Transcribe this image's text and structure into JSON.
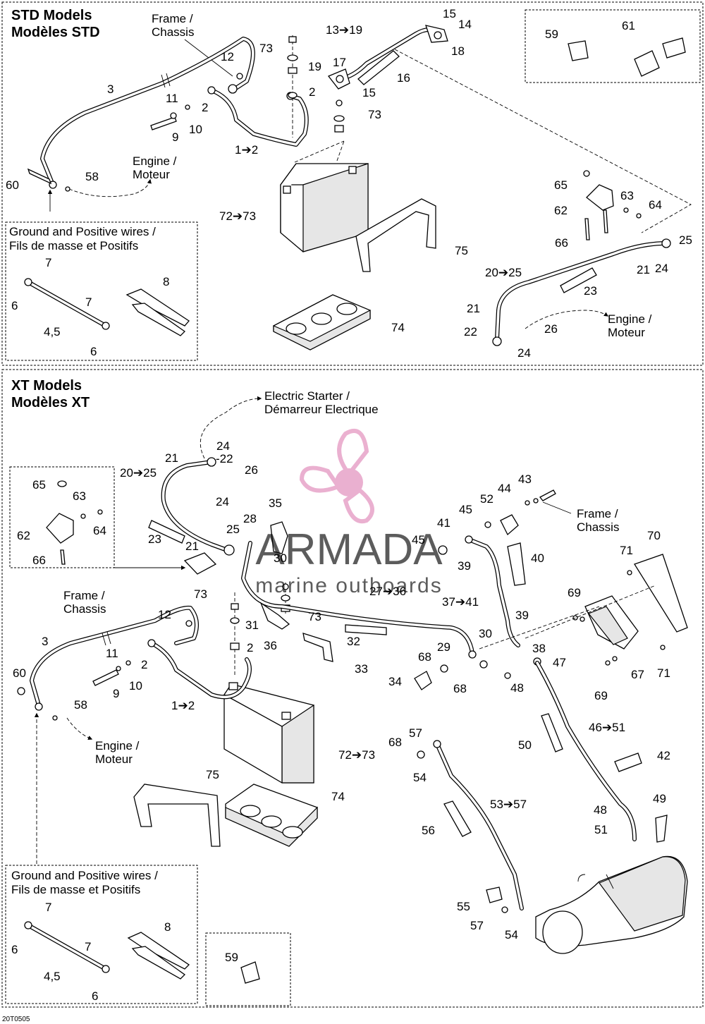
{
  "std": {
    "title_en": "STD Models",
    "title_fr": "Modèles STD",
    "frame_en": "Frame /",
    "frame_fr": "Chassis",
    "engine_en": "Engine /",
    "engine_fr": "Moteur",
    "engine2_en": "Engine /",
    "engine2_fr": "Moteur",
    "wires_en": "Ground and Positive wires /",
    "wires_fr": "Fils de masse et Positifs"
  },
  "xt": {
    "title_en": "XT Models",
    "title_fr": "Modèles XT",
    "starter_en": "Electric Starter /",
    "starter_fr": "Démarreur Electrique",
    "frame_en": "Frame /",
    "frame_fr": "Chassis",
    "frame2_en": "Frame /",
    "frame2_fr": "Chassis",
    "engine_en": "Engine /",
    "engine_fr": "Moteur",
    "wires_en": "Ground and Positive wires /",
    "wires_fr": "Fils de masse et Positifs"
  },
  "watermark": {
    "brand": "ARMADA",
    "sub": "marine outboards",
    "color": "#e7a3c8"
  },
  "figure_code": "20T0505",
  "callouts": {
    "std": [
      "73",
      "12",
      "3",
      "11",
      "2",
      "10",
      "9",
      "1➔2",
      "60",
      "58",
      "13➔19",
      "15",
      "14",
      "18",
      "19",
      "17",
      "15",
      "16",
      "2",
      "73",
      "72➔73",
      "75",
      "74",
      "7",
      "6",
      "7",
      "8",
      "4,5",
      "6",
      "59",
      "61",
      "65",
      "63",
      "64",
      "62",
      "66",
      "25",
      "21",
      "24",
      "20➔25",
      "23",
      "21",
      "22",
      "24",
      "26"
    ],
    "xt": [
      "24",
      "-22",
      "26",
      "21",
      "20➔25",
      "24",
      "25",
      "23",
      "21",
      "35",
      "28",
      "30",
      "65",
      "63",
      "64",
      "62",
      "66",
      "43",
      "44",
      "52",
      "45",
      "41",
      "45",
      "39",
      "40",
      "27➔36",
      "73",
      "31",
      "36",
      "73",
      "32",
      "33",
      "37➔41",
      "30",
      "39",
      "38",
      "29",
      "47",
      "68",
      "34",
      "68",
      "48",
      "69",
      "70",
      "71",
      "67",
      "71",
      "69",
      "12",
      "3",
      "11",
      "2",
      "10",
      "9",
      "1➔2",
      "60",
      "58",
      "2",
      "72➔73",
      "75",
      "74",
      "57",
      "68",
      "54",
      "46➔51",
      "50",
      "42",
      "53➔57",
      "48",
      "49",
      "51",
      "56",
      "55",
      "57",
      "54",
      "7",
      "6",
      "7",
      "8",
      "4,5",
      "6",
      "59"
    ]
  },
  "colors": {
    "line": "#000000",
    "background": "#ffffff"
  }
}
